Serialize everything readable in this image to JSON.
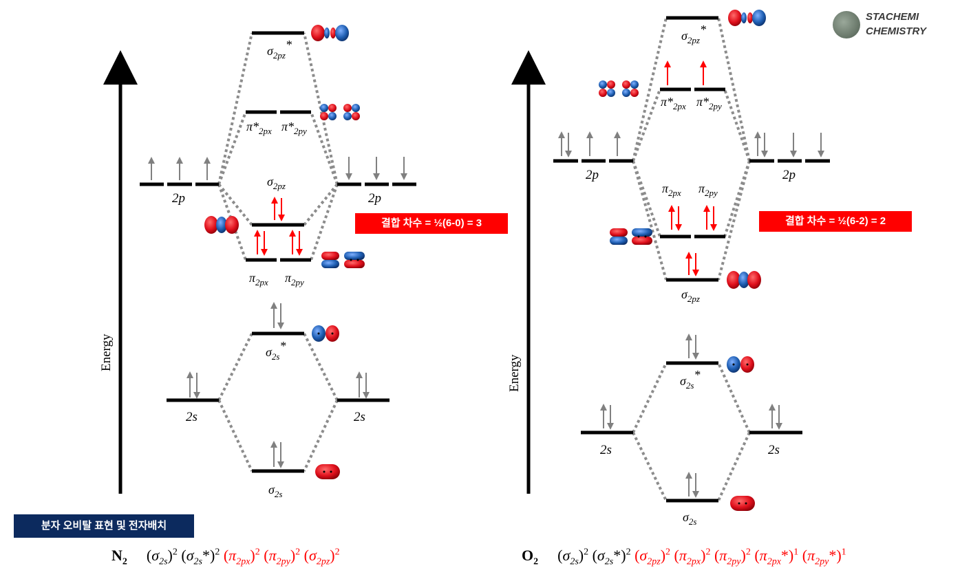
{
  "brand": {
    "line1": "STACHEMI",
    "line2": "CHEMISTRY"
  },
  "axis": {
    "label": "Energy"
  },
  "section_title": "분자 오비탈 표현 및 전자배치",
  "n2": {
    "bond_order": "결합 차수 = ½(6-0) = 3",
    "atomic_2p": "2p",
    "atomic_2s": "2s",
    "mo": {
      "sigma2pz_star": "σ",
      "sigma2pz_star_sub": "2pz",
      "star": "*",
      "pi_star": "π*",
      "px": "2px",
      "py": "2py",
      "sigma2pz": "σ",
      "sigma2pz_sub": "2pz",
      "pi": "π",
      "sigma2s_star": "σ",
      "sigma2s_sub": "2s",
      "sigma2s": "σ"
    },
    "config": {
      "molecule": "N",
      "molecule_sub": "2",
      "terms": [
        {
          "open": "(σ",
          "sub": "2s",
          "close": ")",
          "exp": "2",
          "red": false
        },
        {
          "open": "(σ",
          "sub": "2s",
          "close": "*)",
          "exp": "2",
          "red": false
        },
        {
          "open": "(π",
          "sub": "2px",
          "close": ")",
          "exp": "2",
          "red": true
        },
        {
          "open": "(π",
          "sub": "2py",
          "close": ")",
          "exp": "2",
          "red": true
        },
        {
          "open": "(σ",
          "sub": "2pz",
          "close": ")",
          "exp": "2",
          "red": true
        }
      ]
    }
  },
  "o2": {
    "bond_order": "결합 차수 = ½(6-2) = 2",
    "atomic_2p": "2p",
    "atomic_2s": "2s",
    "mo": {
      "sigma2pz_star": "σ",
      "sigma2pz_star_sub": "2pz",
      "star": "*",
      "pi_star": "π*",
      "px": "2px",
      "py": "2py",
      "pi": "π",
      "sigma2pz": "σ",
      "sigma2pz_sub": "2pz",
      "sigma2s_star": "σ",
      "sigma2s_sub": "2s",
      "sigma2s": "σ"
    },
    "config": {
      "molecule": "O",
      "molecule_sub": "2",
      "terms": [
        {
          "open": "(σ",
          "sub": "2s",
          "close": ")",
          "exp": "2",
          "red": false
        },
        {
          "open": "(σ",
          "sub": "2s",
          "close": "*)",
          "exp": "2",
          "red": false
        },
        {
          "open": "(σ",
          "sub": "2pz",
          "close": ")",
          "exp": "2",
          "red": true
        },
        {
          "open": "(π",
          "sub": "2px",
          "close": ")",
          "exp": "2",
          "red": true
        },
        {
          "open": "(π",
          "sub": "2py",
          "close": ")",
          "exp": "2",
          "red": true
        },
        {
          "open": "(π",
          "sub": "2px",
          "close": "*)",
          "exp": "1",
          "red": true
        },
        {
          "open": "(π",
          "sub": "2py",
          "close": "*)",
          "exp": "1",
          "red": true
        }
      ]
    }
  },
  "colors": {
    "up_down": "#808080",
    "bonding_electrons": "#ff0000",
    "lobe_red": "#e0101c",
    "lobe_blue": "#1f5fb3",
    "badge": "#ff0000",
    "section": "#0c2a5e"
  }
}
